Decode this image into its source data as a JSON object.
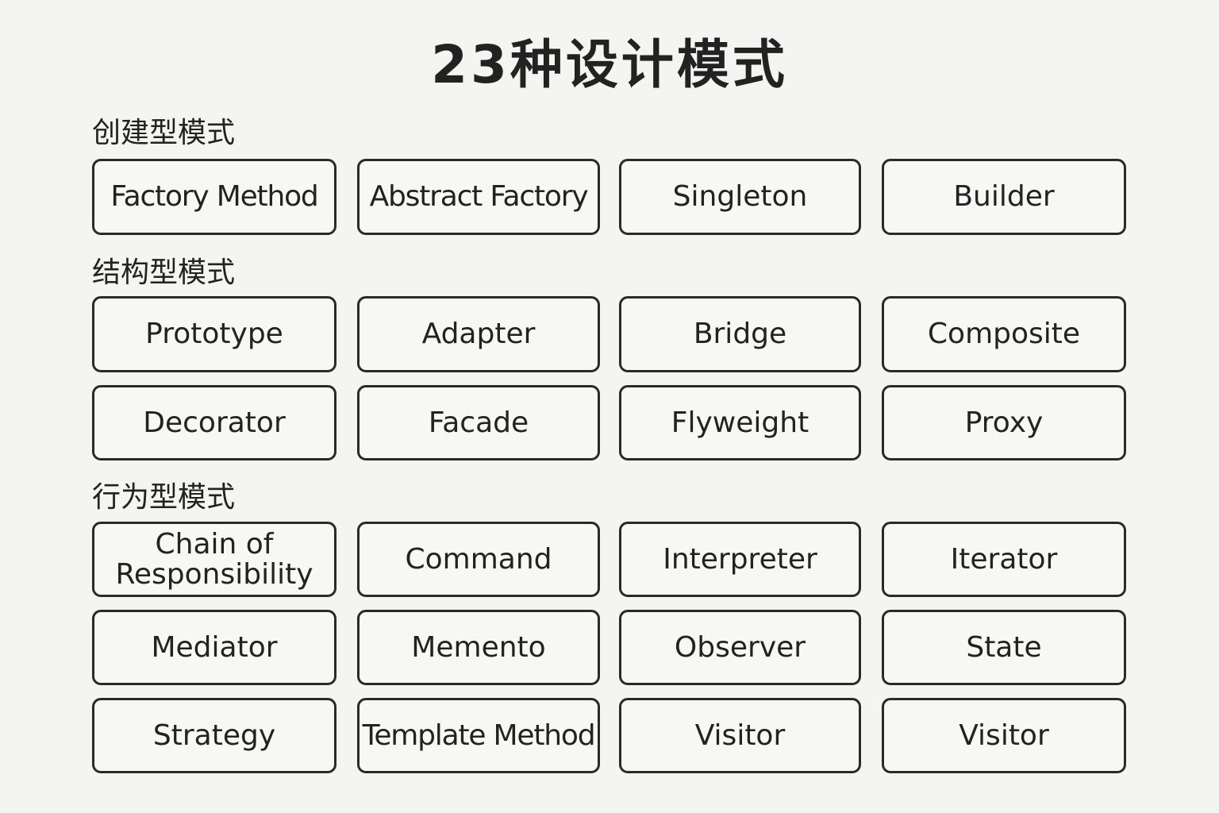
{
  "title": "23种设计模式",
  "sections": {
    "creational": {
      "label": "创建型模式",
      "items": [
        "Factory Method",
        "Abstract Factory",
        "Singleton",
        "Builder"
      ]
    },
    "structural": {
      "label": "结构型模式",
      "items": [
        "Prototype",
        "Adapter",
        "Bridge",
        "Composite",
        "Decorator",
        "Facade",
        "Flyweight",
        "Proxy"
      ]
    },
    "behavioral": {
      "label": "行为型模式",
      "items": [
        "Chain of Responsibility",
        "Command",
        "Interpreter",
        "Iterator",
        "Mediator",
        "Memento",
        "Observer",
        "State",
        "Strategy",
        "Template Method",
        "Visitor",
        "Visitor"
      ]
    }
  }
}
